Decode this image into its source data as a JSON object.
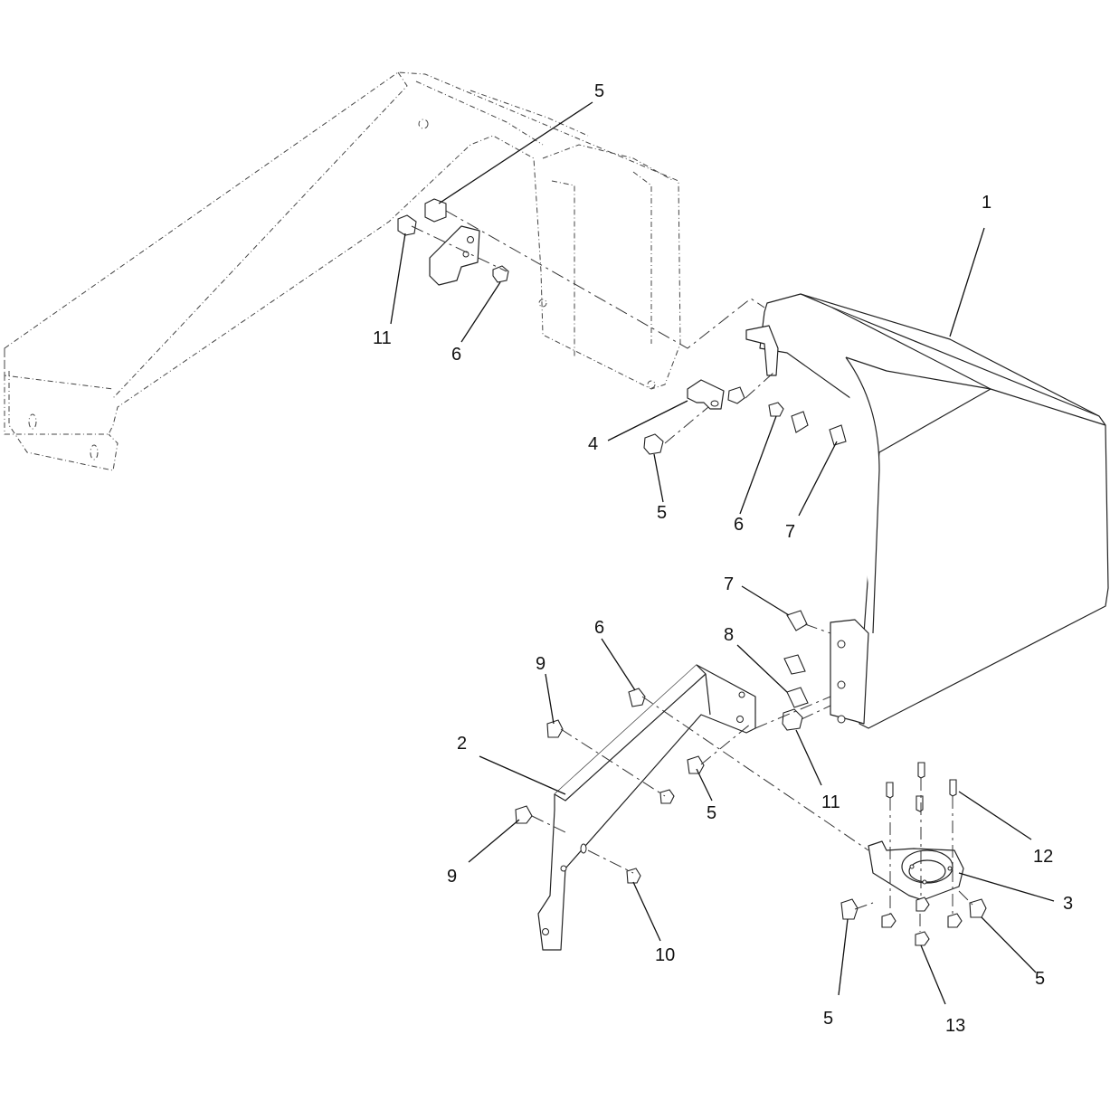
{
  "diagram": {
    "callouts": [
      {
        "id": "c-1a",
        "label": "1"
      },
      {
        "id": "c-2",
        "label": "2"
      },
      {
        "id": "c-3",
        "label": "3"
      },
      {
        "id": "c-4",
        "label": "4"
      },
      {
        "id": "c-5a",
        "label": "5"
      },
      {
        "id": "c-5b",
        "label": "5"
      },
      {
        "id": "c-5c",
        "label": "5"
      },
      {
        "id": "c-5d",
        "label": "5"
      },
      {
        "id": "c-5e",
        "label": "5"
      },
      {
        "id": "c-6a",
        "label": "6"
      },
      {
        "id": "c-6b",
        "label": "6"
      },
      {
        "id": "c-6c",
        "label": "6"
      },
      {
        "id": "c-7a",
        "label": "7"
      },
      {
        "id": "c-7b",
        "label": "7"
      },
      {
        "id": "c-8",
        "label": "8"
      },
      {
        "id": "c-9a",
        "label": "9"
      },
      {
        "id": "c-9b",
        "label": "9"
      },
      {
        "id": "c-10",
        "label": "10"
      },
      {
        "id": "c-11a",
        "label": "11"
      },
      {
        "id": "c-11b",
        "label": "11"
      },
      {
        "id": "c-12",
        "label": "12"
      },
      {
        "id": "c-13",
        "label": "13"
      }
    ]
  }
}
